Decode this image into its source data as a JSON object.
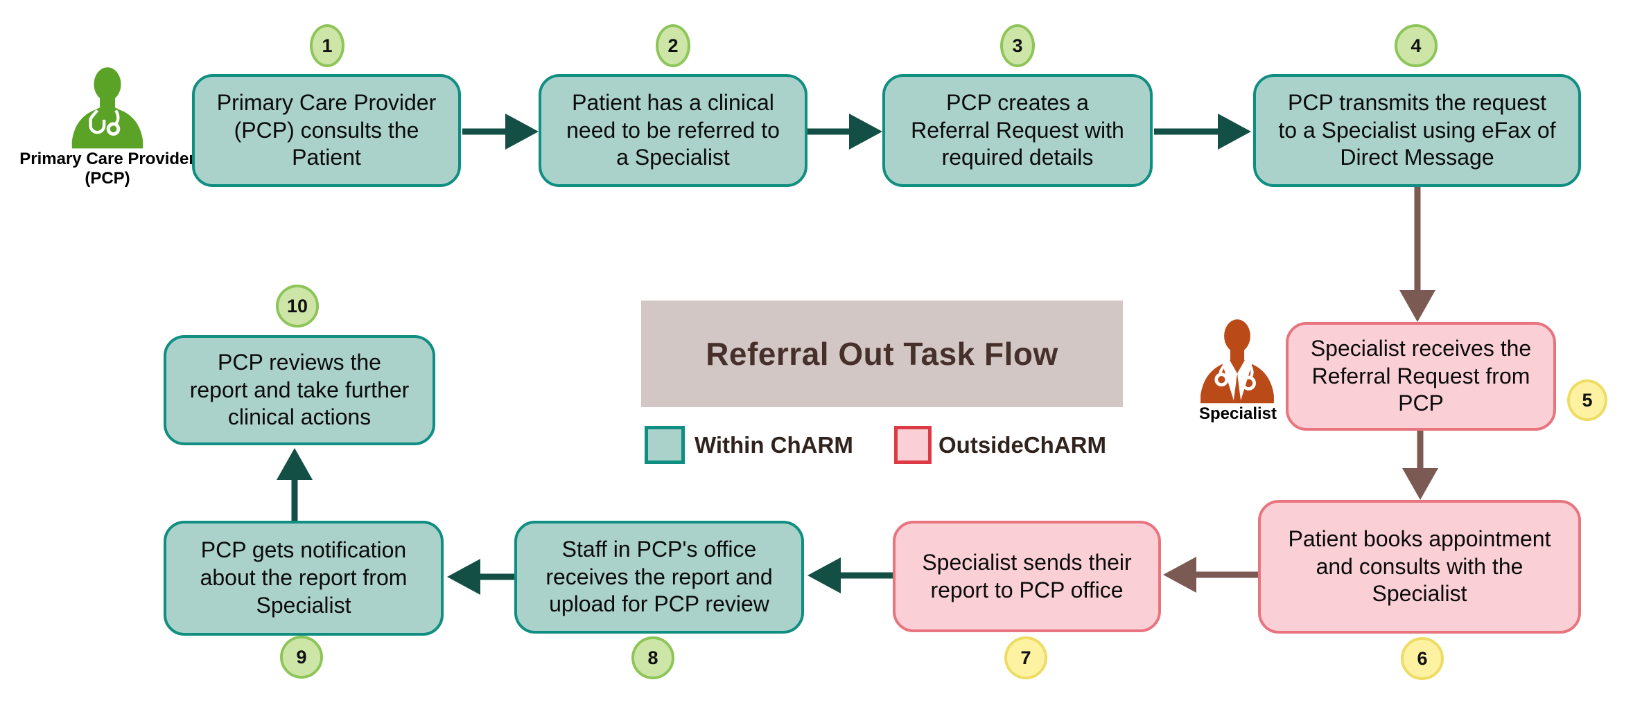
{
  "title": "Referral Out Task Flow",
  "legend": {
    "within_label": "Within ChARM",
    "outside_label": "OutsideChARM"
  },
  "actors": {
    "pcp": {
      "label": "Primary Care Provider\n(PCP)"
    },
    "specialist": {
      "label": "Specialist"
    }
  },
  "steps": [
    {
      "num": "1",
      "zone": "within",
      "text": "Primary Care Provider\n(PCP) consults the\nPatient"
    },
    {
      "num": "2",
      "zone": "within",
      "text": "Patient has a clinical\nneed to be referred to\na Specialist"
    },
    {
      "num": "3",
      "zone": "within",
      "text": "PCP creates a\nReferral Request with\nrequired details"
    },
    {
      "num": "4",
      "zone": "within",
      "text": "PCP transmits the request\nto a Specialist using eFax of\nDirect Message"
    },
    {
      "num": "5",
      "zone": "outside",
      "text": "Specialist receives the\nReferral Request from\nPCP"
    },
    {
      "num": "6",
      "zone": "outside",
      "text": "Patient books appointment\nand consults with the\nSpecialist"
    },
    {
      "num": "7",
      "zone": "outside",
      "text": "Specialist sends their\nreport to PCP office"
    },
    {
      "num": "8",
      "zone": "within",
      "text": "Staff in PCP's office\nreceives the report and\nupload for PCP review"
    },
    {
      "num": "9",
      "zone": "within",
      "text": "PCP gets notification\nabout the report from\nSpecialist"
    },
    {
      "num": "10",
      "zone": "within",
      "text": "PCP reviews the\nreport and take further\nclinical actions"
    }
  ],
  "colors": {
    "teal-fill": "#aad2cb",
    "teal-border": "#0f8e81",
    "pink-fill": "#fad0d6",
    "pink-border": "#e8747e",
    "green-badge": "#cde6a8",
    "green-badge-border": "#8dc558",
    "yellow-badge": "#fdf2a2",
    "yellow-badge-border": "#eedc64",
    "teal-arrow": "#134f45",
    "brown-arrow": "#7c5a54",
    "title-bg": "#d3c7c5",
    "title-fg": "#46302b",
    "legend-red": "#dc3b45",
    "pcp-green": "#5ba327",
    "specialist-rust": "#ba4a17"
  }
}
